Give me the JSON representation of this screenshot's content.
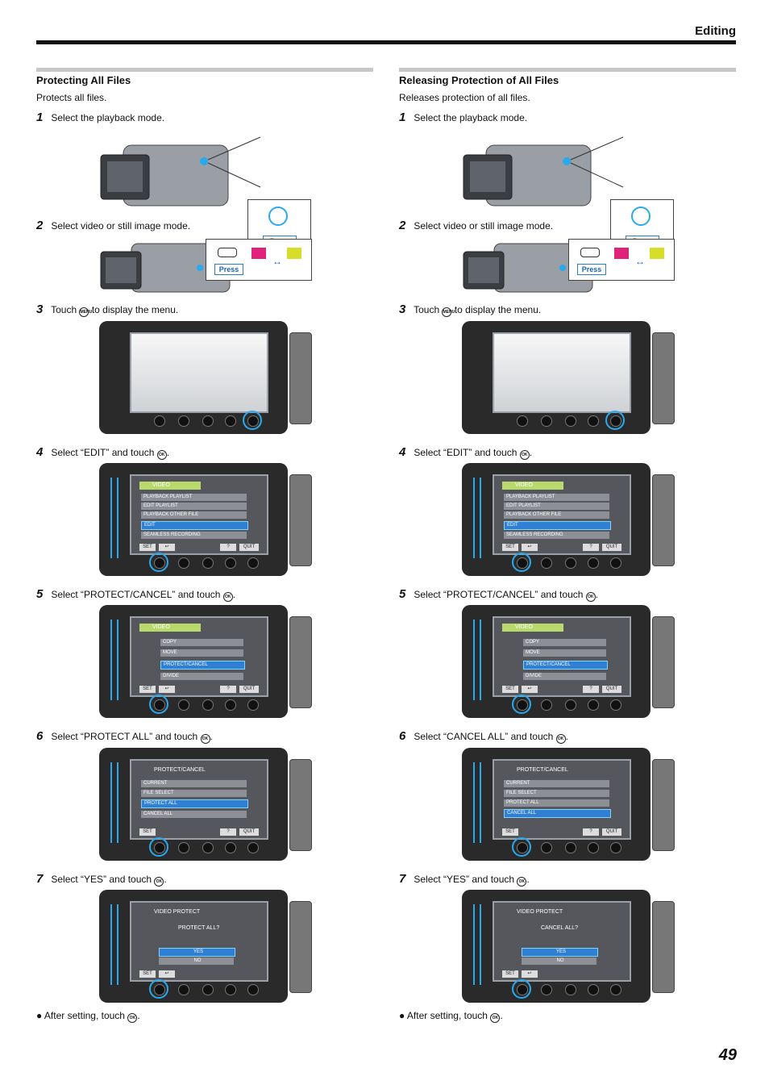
{
  "header": {
    "title": "Editing"
  },
  "page_number": "49",
  "sections": [
    {
      "title": "Protecting All Files",
      "description": "Protects all files.",
      "steps": [
        {
          "num": "1",
          "pre": "Select the playback mode.",
          "post": ""
        },
        {
          "num": "2",
          "pre": "Select video or still image mode.",
          "post": ""
        },
        {
          "num": "3",
          "pre": "Touch ",
          "post": " to display the menu."
        },
        {
          "num": "4",
          "pre": "Select “EDIT” and touch ",
          "post": "."
        },
        {
          "num": "5",
          "pre": "Select “PROTECT/CANCEL” and touch ",
          "post": "."
        },
        {
          "num": "6",
          "pre": "Select “PROTECT ALL” and touch ",
          "post": "."
        },
        {
          "num": "7",
          "pre": "Select “YES” and touch ",
          "post": "."
        }
      ],
      "note": "After setting, touch ",
      "note_post": ".",
      "menu6_selected": "PROTECT ALL",
      "dialog_q": "PROTECT ALL?"
    },
    {
      "title": "Releasing Protection of All Files",
      "description": "Releases protection of all files.",
      "steps": [
        {
          "num": "1",
          "pre": "Select the playback mode.",
          "post": ""
        },
        {
          "num": "2",
          "pre": "Select video or still image mode.",
          "post": ""
        },
        {
          "num": "3",
          "pre": "Touch ",
          "post": " to display the menu."
        },
        {
          "num": "4",
          "pre": "Select “EDIT” and touch ",
          "post": "."
        },
        {
          "num": "5",
          "pre": "Select “PROTECT/CANCEL” and touch ",
          "post": "."
        },
        {
          "num": "6",
          "pre": "Select “CANCEL ALL” and touch ",
          "post": "."
        },
        {
          "num": "7",
          "pre": "Select “YES” and touch ",
          "post": "."
        }
      ],
      "note": "After setting, touch ",
      "note_post": ".",
      "menu6_selected": "CANCEL ALL",
      "dialog_q": "CANCEL ALL?"
    }
  ],
  "icons": {
    "ok": "OK",
    "menu": "MENU"
  },
  "ui": {
    "press": "Press",
    "menu_video": "VIDEO",
    "menu4_items": [
      "PLAYBACK PLAYLIST",
      "EDIT PLAYLIST",
      "PLAYBACK OTHER FILE",
      "EDIT",
      "SEAMLESS RECORDING"
    ],
    "menu5_items": [
      "COPY",
      "MOVE",
      "PROTECT/CANCEL",
      "DIVIDE"
    ],
    "menu6_head": "PROTECT/CANCEL",
    "menu6_items": [
      "CURRENT",
      "FILE SELECT",
      "PROTECT ALL",
      "CANCEL ALL"
    ],
    "dialog_head": "VIDEO PROTECT",
    "yes": "YES",
    "no": "NO",
    "set": "SET",
    "back": "↩",
    "help": "?",
    "quit": "QUIT"
  }
}
